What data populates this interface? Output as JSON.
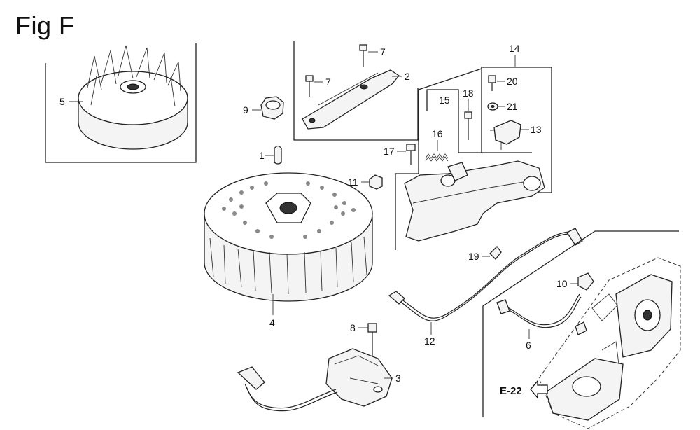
{
  "figure": {
    "title": "Fig F"
  },
  "callouts": {
    "c1": "1",
    "c2": "2",
    "c3": "3",
    "c4": "4",
    "c5": "5",
    "c6": "6",
    "c7a": "7",
    "c7b": "7",
    "c8": "8",
    "c9": "9",
    "c10": "10",
    "c11": "11",
    "c12": "12",
    "c13": "13",
    "c14": "14",
    "c15": "15",
    "c16": "16",
    "c17": "17",
    "c18": "18",
    "c19": "19",
    "c20": "20",
    "c21": "21"
  },
  "reference": {
    "label": "E-22"
  }
}
